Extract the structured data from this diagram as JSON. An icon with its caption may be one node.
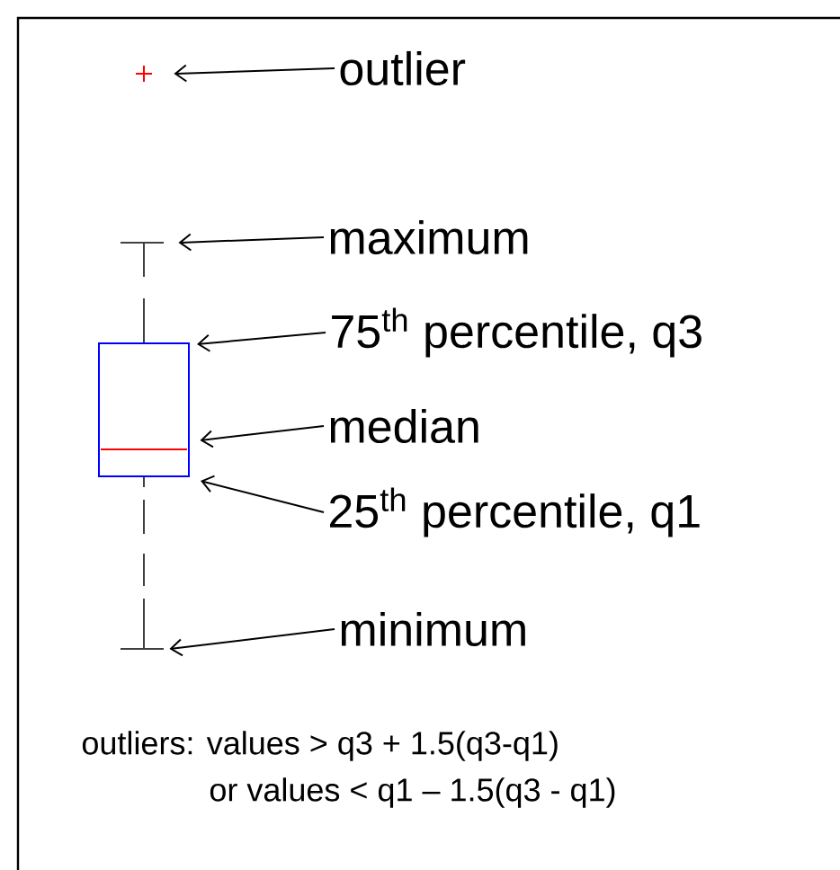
{
  "diagram": {
    "nodes": [
      {
        "text": [
          "outlier"
        ]
      },
      {
        "text": [
          "maximum"
        ]
      },
      {
        "text": [
          "75$^{th}$ percentile, q3"
        ]
      },
      {
        "text": [
          "median"
        ]
      },
      {
        "text": [
          "25$^{th}$ percentile, q1"
        ]
      },
      {
        "text": [
          "minimum"
        ]
      },
      {
        "text": [],
        "shape": "cross"
      },
      {
        "text": [],
        "shape": "bar"
      },
      {
        "text": [],
        "shape": "box"
      },
      {
        "text": [],
        "shape": "bar",
        "in": 8
      },
      {
        "text": [],
        "shape": "bar"
      }
    ],
    "edges": [
      {
        "from": 0,
        "to": 6,
        "arrow": "to"
      },
      {
        "from": 1,
        "to": 7,
        "arrow": "to"
      },
      {
        "from": 2,
        "to": 8,
        "arrow": "to"
      },
      {
        "from": 3,
        "to": 9,
        "arrow": "to"
      },
      {
        "from": 4,
        "to": 8,
        "arrow": "to"
      },
      {
        "from": 5,
        "to": 10,
        "arrow": "to"
      }
    ],
    "labels": [
      "outliers: values > q3 + 1.5(q3-q1)",
      "or values < q1 – 1.5(q3 - q1)"
    ]
  }
}
